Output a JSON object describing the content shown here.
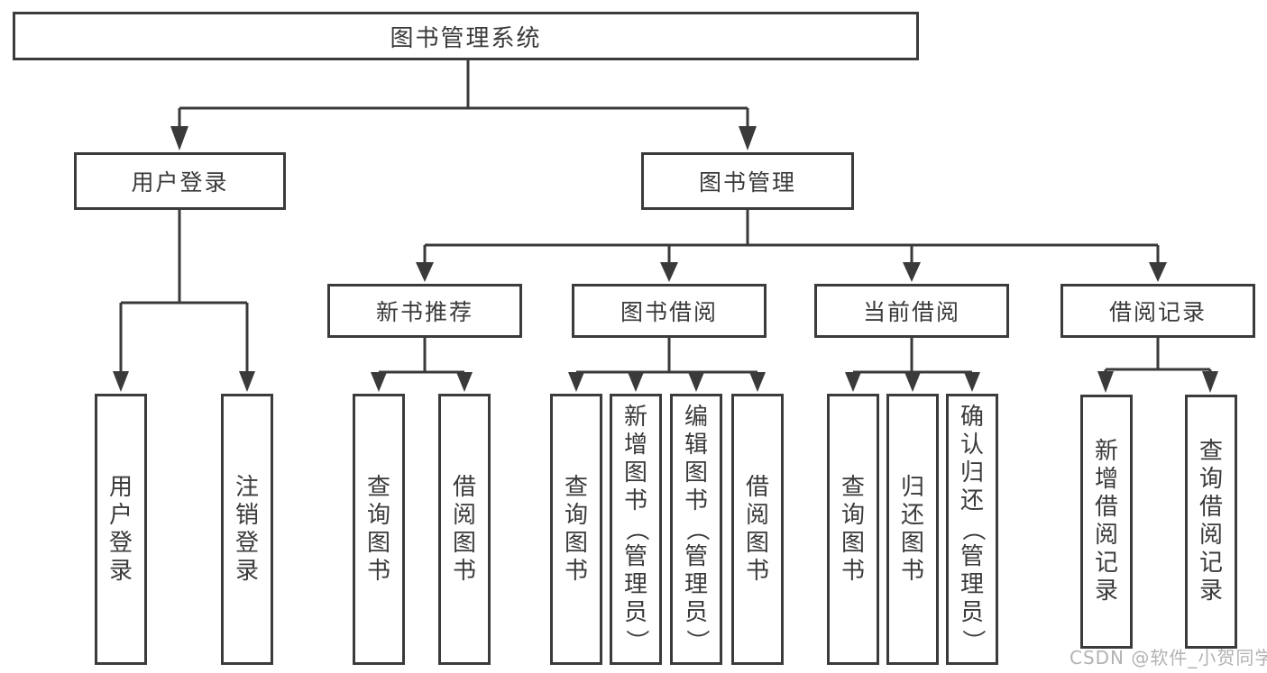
{
  "diagram": {
    "root": {
      "label": "图书管理系统"
    },
    "level1": [
      {
        "label": "用户登录"
      },
      {
        "label": "图书管理"
      }
    ],
    "level2": [
      {
        "label": "新书推荐"
      },
      {
        "label": "图书借阅"
      },
      {
        "label": "当前借阅"
      },
      {
        "label": "借阅记录"
      }
    ],
    "leaves": {
      "user_login": [
        "用户登录",
        "注销登录"
      ],
      "new_book_recommend": [
        "查询图书",
        "借阅图书"
      ],
      "book_borrow": [
        "查询图书",
        "新增图书（管理员）",
        "编辑图书（管理员）",
        "借阅图书"
      ],
      "current_borrow": [
        "查询图书",
        "归还图书",
        "确认归还（管理员）"
      ],
      "borrow_record": [
        "新增借阅记录",
        "查询借阅记录"
      ]
    },
    "colors": {
      "line": "#3a3a3a",
      "box_border": "#3b3b3b",
      "box_background": "#ffffff",
      "text": "#3a3a3a",
      "watermark_text": "#b2b2b2",
      "page_background": "#ffffff"
    }
  },
  "watermark": {
    "text": "CSDN @软件_小贺同学"
  }
}
